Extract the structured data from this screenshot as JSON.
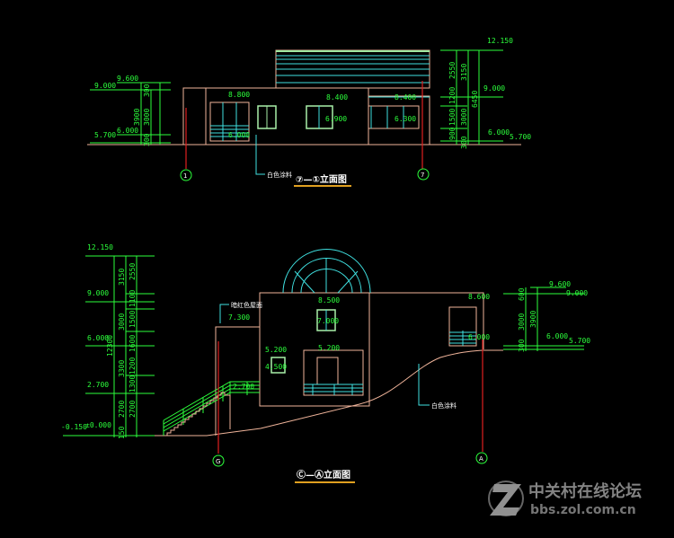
{
  "top_elevation": {
    "title": "⑦—①立面图",
    "axis_left": "1",
    "axis_right": "7",
    "note": "白色涂料",
    "left_levels": [
      "9.600",
      "9.000",
      "6.000",
      "5.700"
    ],
    "left_dims": [
      "3900",
      "3000",
      "300",
      "300"
    ],
    "right_levels": [
      "12.150",
      "9.000",
      "6.000",
      "5.700"
    ],
    "right_dims": [
      "2550",
      "1200",
      "1500",
      "900",
      "300",
      "3150",
      "3000",
      "6450"
    ],
    "inner_levels": [
      "8.800",
      "8.400",
      "6.900",
      "8.400",
      "6.300",
      "6.000"
    ]
  },
  "bottom_elevation": {
    "title": "Ⓒ—Ⓐ立面图",
    "axis_left": "G",
    "axis_right": "A",
    "note_wall": "白色涂料",
    "note_roof": "暗红色屋面",
    "left_levels": [
      "12.150",
      "9.000",
      "6.000",
      "2.700",
      "±0.000",
      "-0.150"
    ],
    "left_dims_outer": [
      "3150",
      "3000",
      "3300",
      "2700",
      "150"
    ],
    "left_dims_inner": [
      "2550",
      "1100",
      "1500",
      "1600",
      "1200",
      "1300",
      "2700"
    ],
    "left_total": "12300",
    "right_levels": [
      "9.600",
      "9.000",
      "6.000",
      "5.700"
    ],
    "right_dims": [
      "600",
      "3000",
      "300",
      "3900"
    ],
    "inner_levels": [
      "8.500",
      "7.000",
      "5.200",
      "5.200",
      "4.500",
      "8.600",
      "6.000",
      "7.300",
      "2.700"
    ]
  },
  "watermark": {
    "line1": "中关村在线论坛",
    "line2": "bbs.zol.com.cn"
  },
  "colors": {
    "background": "#000000",
    "dimension": "#2cff3c",
    "wall": "#f0b49a",
    "glass": "#3fe0e0",
    "axis": "#e02020",
    "title_underline": "#e0a020"
  }
}
